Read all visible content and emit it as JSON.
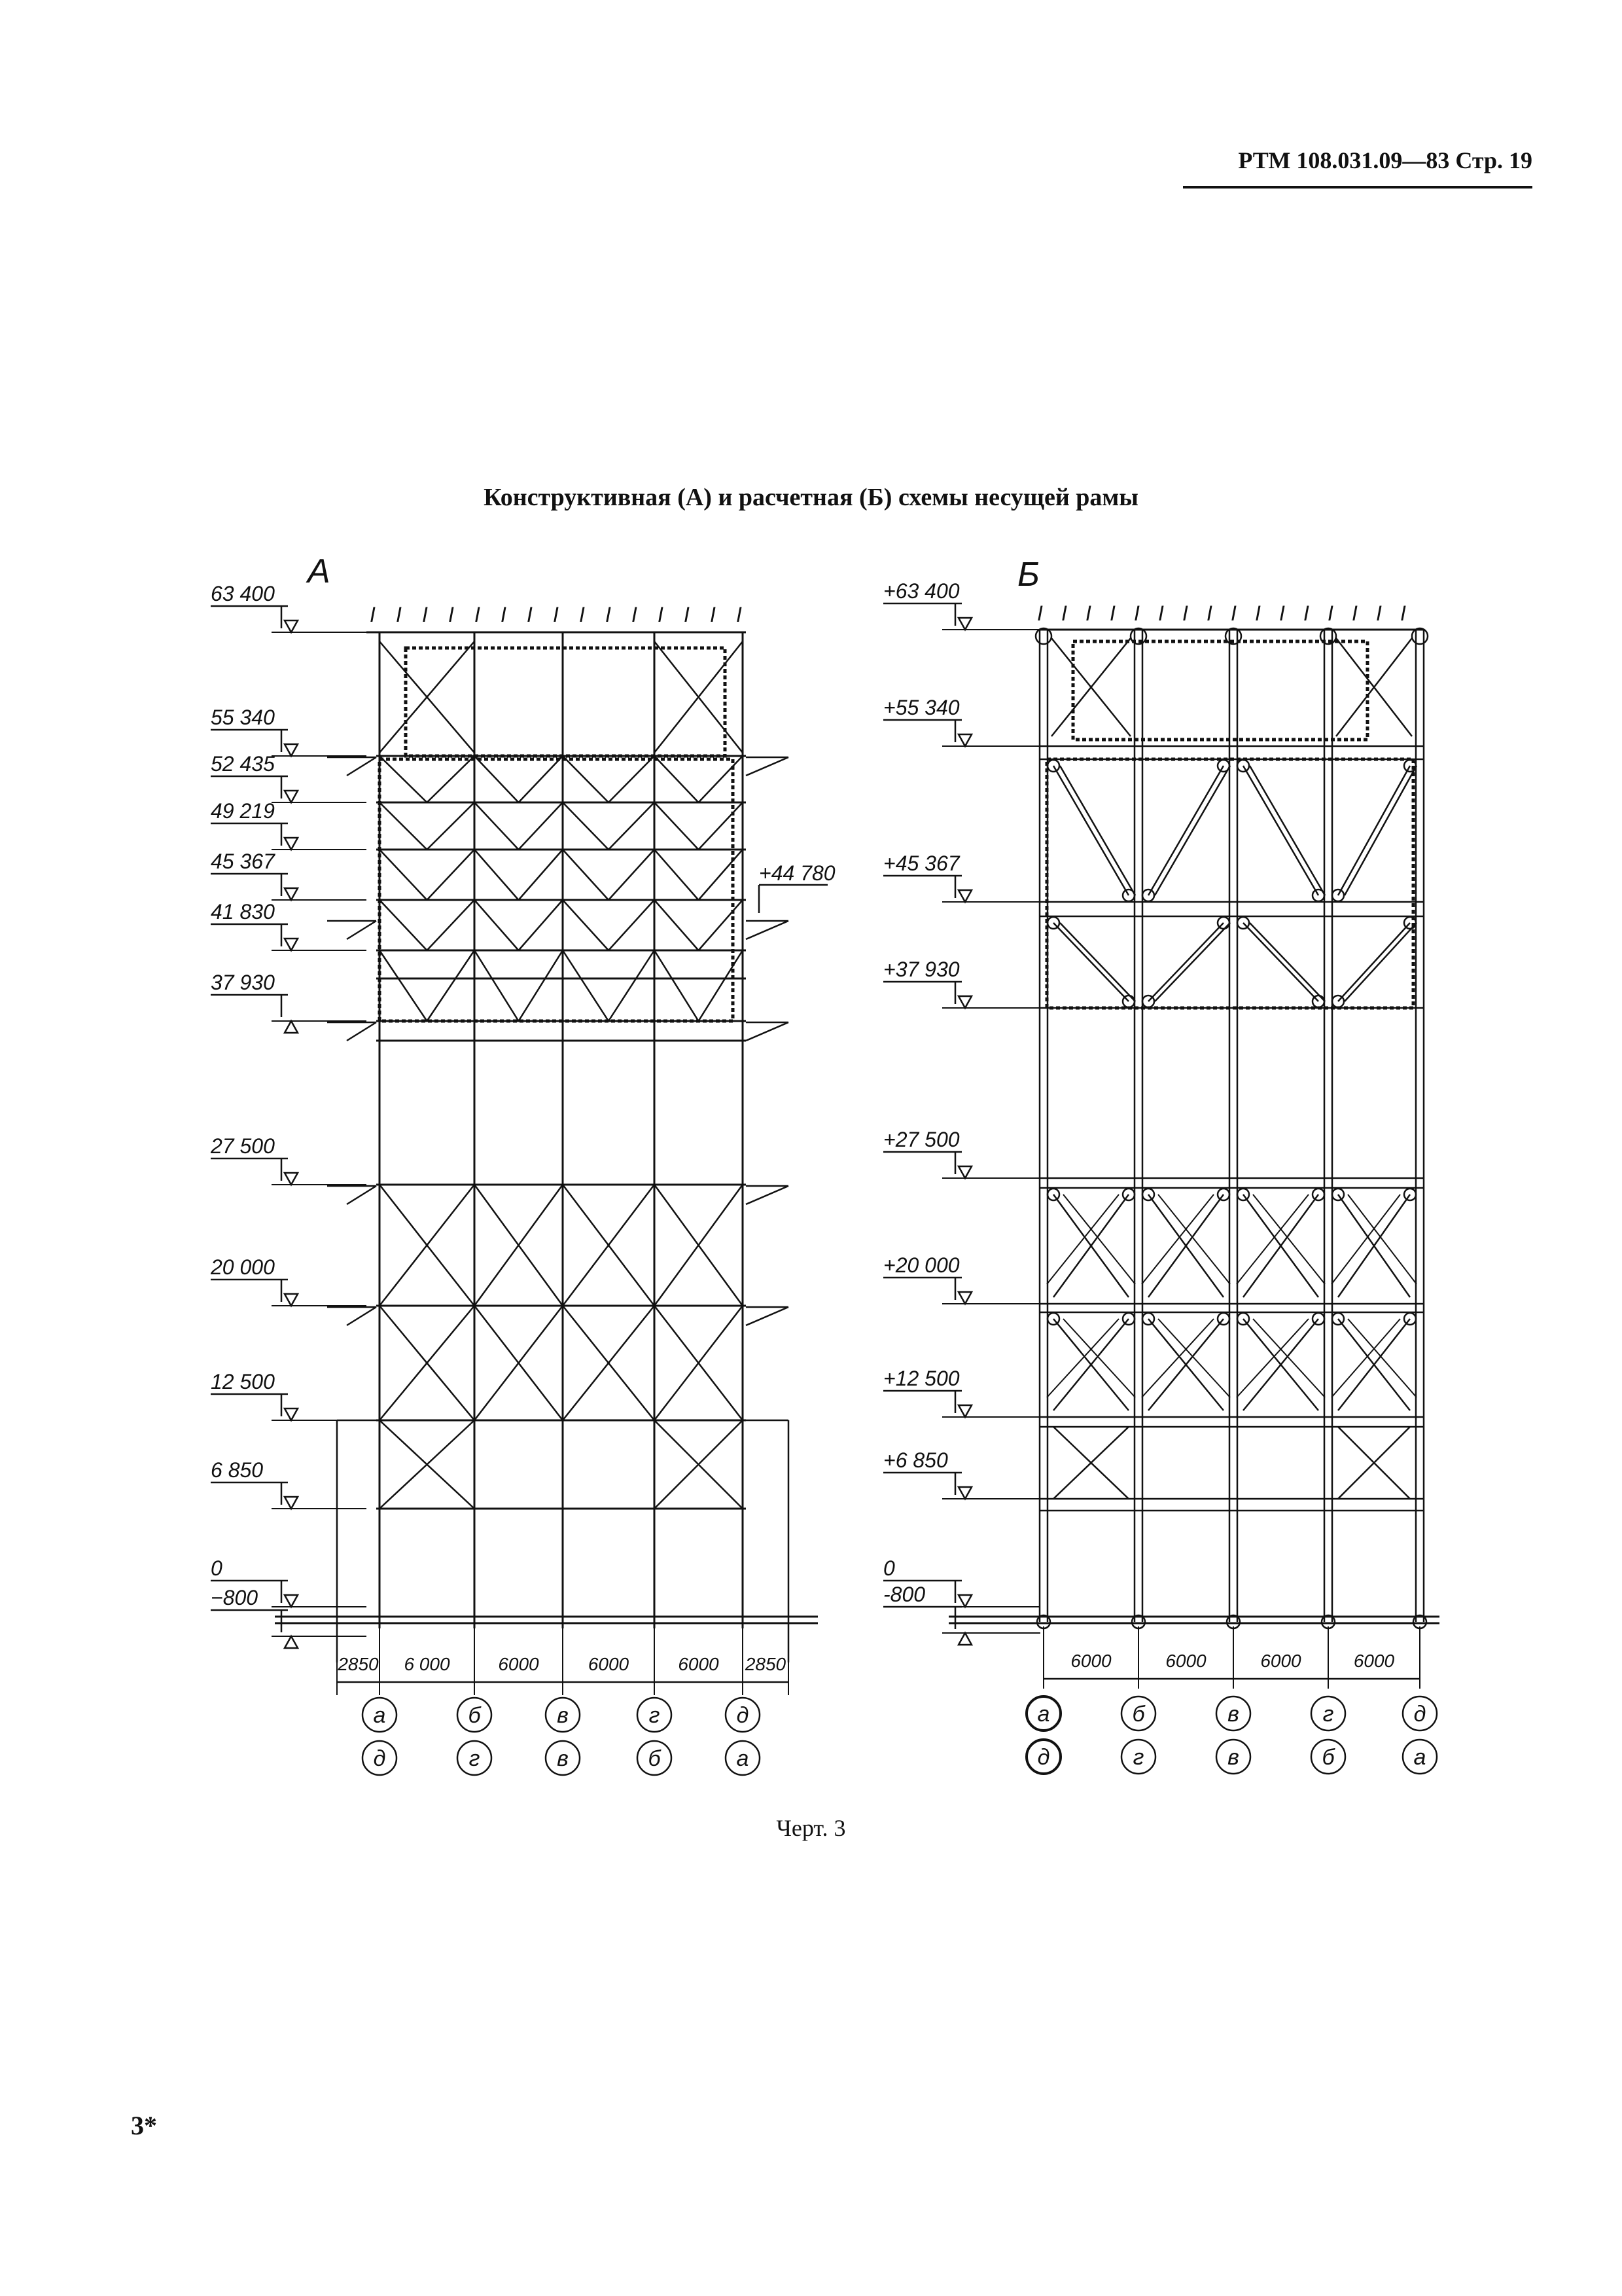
{
  "header": {
    "code": "РТМ 108.031.09—83",
    "page": "Стр. 19"
  },
  "title": "Конструктивная (А) и расчетная (Б) схемы несущей рамы",
  "schemes": {
    "a": {
      "label": "А",
      "elevations": [
        "63 400",
        "55 340",
        "52 435",
        "49 219",
        "45 367",
        "41 830",
        "37 930",
        "27 500",
        "20 000",
        "12 500",
        "6 850",
        "0",
        "−800"
      ],
      "side_elevation": "+44 780",
      "spans": [
        "2850",
        "6 000",
        "6000",
        "6000",
        "6000",
        "2850"
      ],
      "axes_top": [
        "а",
        "б",
        "в",
        "г",
        "д"
      ],
      "axes_bottom": [
        "д",
        "г",
        "в",
        "б",
        "а"
      ]
    },
    "b": {
      "label": "Б",
      "elevations": [
        "+63 400",
        "+55 340",
        "+45 367",
        "+37 930",
        "+27 500",
        "+20 000",
        "+12 500",
        "+6 850",
        "0",
        "-800"
      ],
      "spans": [
        "6000",
        "6000",
        "6000",
        "6000"
      ],
      "axes_top": [
        "а",
        "б",
        "в",
        "г",
        "д"
      ],
      "axes_bottom": [
        "д",
        "г",
        "в",
        "б",
        "а"
      ]
    }
  },
  "caption": "Черт. 3",
  "page_number": "3*"
}
